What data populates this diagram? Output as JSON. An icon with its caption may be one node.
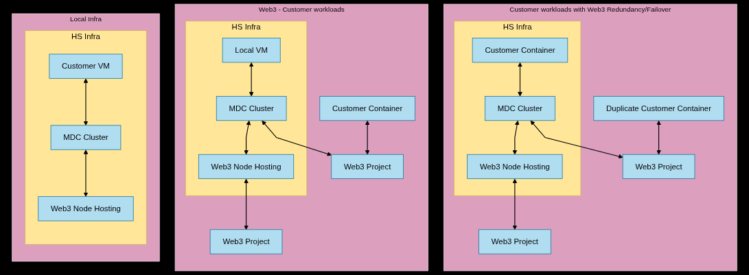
{
  "diagram": {
    "nodes": [
      {
        "text": [
          "Local Infra"
        ]
      },
      {
        "text": [
          "HS Infra"
        ],
        "in": 0
      },
      {
        "text": [
          "Customer VM"
        ],
        "in": 1
      },
      {
        "text": [
          "MDC Cluster"
        ],
        "in": 1
      },
      {
        "text": [
          "Web3 Node Hosting"
        ],
        "in": 1
      },
      {
        "text": [
          "Web3 - Customer workloads"
        ]
      },
      {
        "text": [
          "HS Infra"
        ],
        "in": 5
      },
      {
        "text": [
          "Local VM"
        ],
        "in": 6
      },
      {
        "text": [
          "MDC Cluster"
        ],
        "in": 6
      },
      {
        "text": [
          "Web3 Node Hosting"
        ],
        "in": 6
      },
      {
        "text": [
          "Customer Container"
        ],
        "in": 5
      },
      {
        "text": [
          "Web3 Project"
        ],
        "in": 5
      },
      {
        "text": [
          "Web3 Project"
        ],
        "in": 5
      },
      {
        "text": [
          "Customer workloads with Web3 Redundancy/Failover"
        ]
      },
      {
        "text": [
          "HS Infra"
        ],
        "in": 13
      },
      {
        "text": [
          "Customer Container"
        ],
        "in": 14
      },
      {
        "text": [
          "MDC Cluster"
        ],
        "in": 14
      },
      {
        "text": [
          "Web3 Node Hosting"
        ],
        "in": 14
      },
      {
        "text": [
          "Duplicate Customer Container"
        ],
        "in": 13
      },
      {
        "text": [
          "Web3 Project"
        ],
        "in": 13
      },
      {
        "text": [
          "Web3 Project"
        ],
        "in": 13
      }
    ],
    "edges": [
      {
        "from": 2,
        "to": 3,
        "arrow": "both"
      },
      {
        "from": 3,
        "to": 4,
        "arrow": "both"
      },
      {
        "from": 7,
        "to": 8,
        "arrow": "both"
      },
      {
        "from": 8,
        "to": 9,
        "arrow": "both"
      },
      {
        "from": 10,
        "to": 11,
        "arrow": "both"
      },
      {
        "from": 8,
        "to": 11,
        "arrow": "both"
      },
      {
        "from": 9,
        "to": 12,
        "arrow": "both"
      },
      {
        "from": 15,
        "to": 16,
        "arrow": "both"
      },
      {
        "from": 16,
        "to": 17,
        "arrow": "both"
      },
      {
        "from": 18,
        "to": 19,
        "arrow": "both"
      },
      {
        "from": 16,
        "to": 19,
        "arrow": "both"
      },
      {
        "from": 17,
        "to": 20,
        "arrow": "both"
      }
    ]
  }
}
